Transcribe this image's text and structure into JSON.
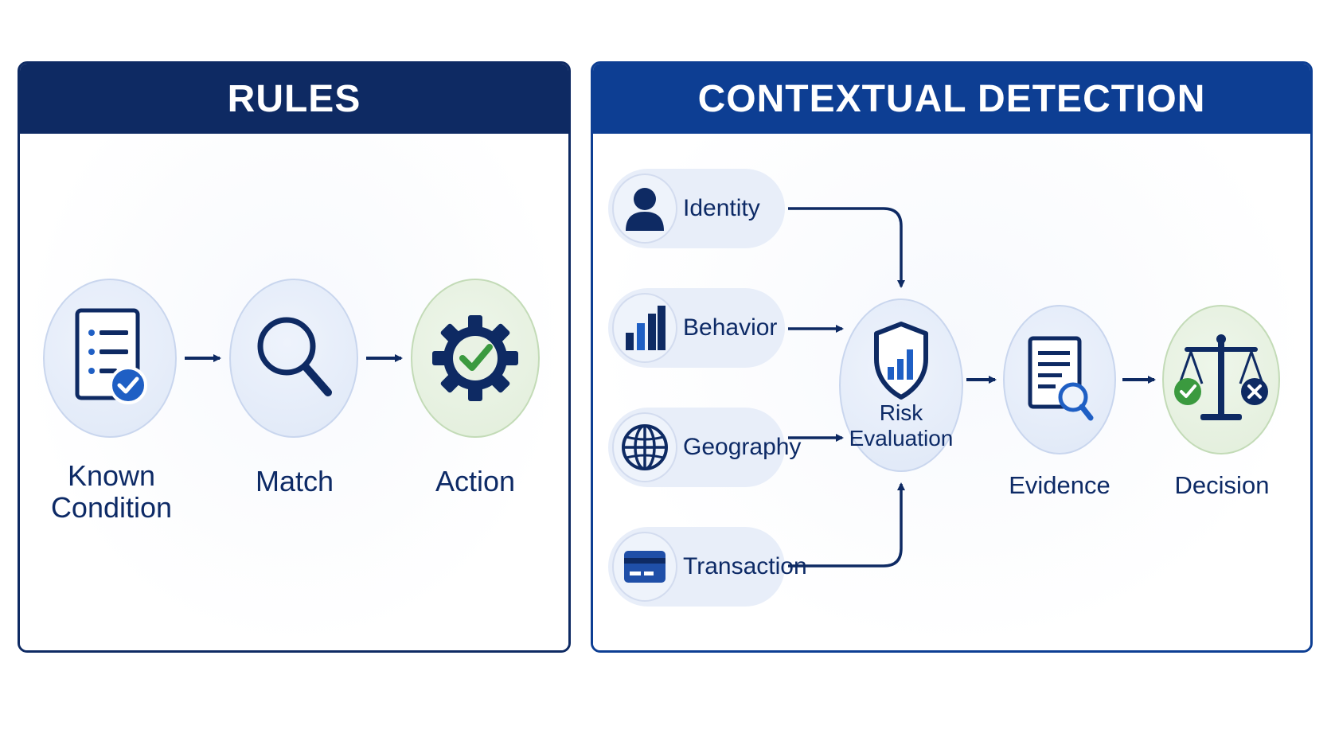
{
  "rules": {
    "title": "RULES",
    "steps": [
      {
        "label_line1": "Known",
        "label_line2": "Condition",
        "icon": "checklist-icon"
      },
      {
        "label": "Match",
        "icon": "magnifier-icon"
      },
      {
        "label": "Action",
        "icon": "gear-check-icon"
      }
    ]
  },
  "contextual": {
    "title": "CONTEXTUAL DETECTION",
    "inputs": [
      {
        "label": "Identity",
        "icon": "person-icon"
      },
      {
        "label": "Behavior",
        "icon": "bar-chart-icon"
      },
      {
        "label": "Geography",
        "icon": "globe-icon"
      },
      {
        "label": "Transaction",
        "icon": "credit-card-icon"
      }
    ],
    "risk": {
      "line1": "Risk",
      "line2": "Evaluation",
      "icon": "shield-chart-icon"
    },
    "evidence": {
      "label": "Evidence",
      "icon": "document-search-icon"
    },
    "decision": {
      "label": "Decision",
      "icon": "scales-icon"
    }
  },
  "colors": {
    "navy": "#0e2a63",
    "blue": "#0d3e93",
    "accent_blue": "#1f5fc4",
    "green": "#3b9a3f",
    "bubble": "#e3eaf8",
    "bubble_green": "#e4efdc"
  }
}
